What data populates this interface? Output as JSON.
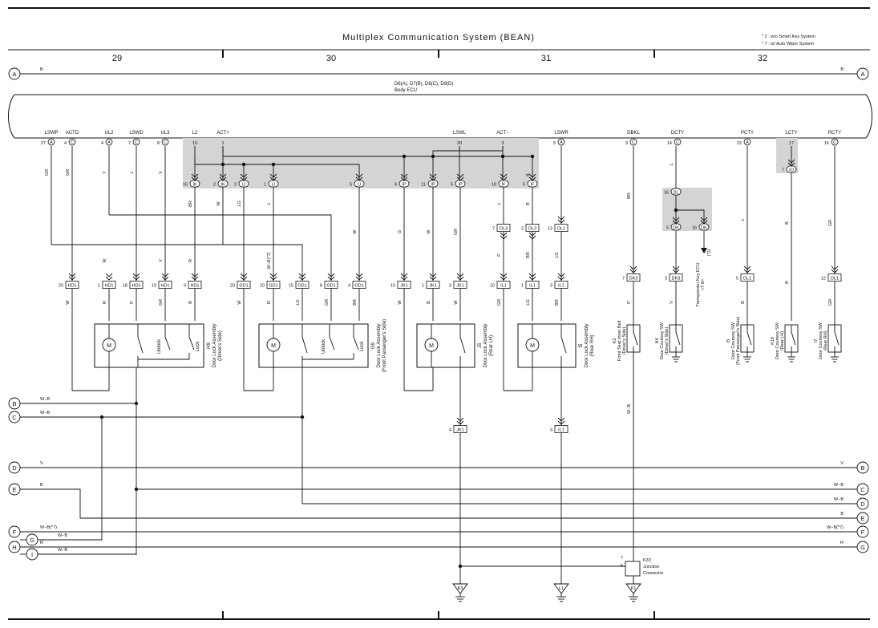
{
  "title": "Multiplex Communication System (BEAN)",
  "notes": [
    "* 2 : w/o Smart Key System",
    "* 7 : w/ Auto Wiper System"
  ],
  "columns": [
    "29",
    "30",
    "31",
    "32"
  ],
  "ecu": {
    "connectors": "D6(A), D7(B), D8(C), D9(D)",
    "name": "Body ECU"
  },
  "ecu_pins": [
    {
      "name": "LSWP",
      "num": "27",
      "conn": "A"
    },
    {
      "name": "ACTD",
      "num": "4",
      "conn": "C"
    },
    {
      "name": "UL2",
      "num": "4",
      "conn": "A"
    },
    {
      "name": "LSWD",
      "num": "7",
      "conn": "C"
    },
    {
      "name": "UL3",
      "num": "8",
      "conn": "C"
    },
    {
      "name": "L2",
      "num": "10",
      "conn": ""
    },
    {
      "name": "ACT+",
      "num": "1",
      "conn": ""
    },
    {
      "name": "LSWL",
      "num": "20",
      "conn": ""
    },
    {
      "name": "ACT−",
      "num": "3",
      "conn": ""
    },
    {
      "name": "LSWR",
      "num": "5",
      "conn": "A"
    },
    {
      "name": "DBKL",
      "num": "9",
      "conn": "C"
    },
    {
      "name": "DCTY",
      "num": "14",
      "conn": "C"
    },
    {
      "name": "PCTY",
      "num": "23",
      "conn": "A"
    },
    {
      "name": "LCTY",
      "num": "17",
      "conn": ""
    },
    {
      "name": "RCTY",
      "num": "16",
      "conn": "C"
    }
  ],
  "junction_pins": [
    {
      "num": "16",
      "conn": "IK"
    },
    {
      "num": "2",
      "conn": "IK"
    },
    {
      "num": "2",
      "conn": "IJ"
    },
    {
      "num": "1",
      "conn": "IJ"
    },
    {
      "num": "5",
      "conn": "IJ"
    },
    {
      "num": "6",
      "conn": "IP"
    },
    {
      "num": "11",
      "conn": "IP"
    },
    {
      "num": "5",
      "conn": "IP"
    },
    {
      "num": "18",
      "conn": "IF"
    },
    {
      "num": "5",
      "conn": "IF"
    },
    {
      "num": "7",
      "conn": "IO"
    },
    {
      "num": "16",
      "conn": "DL"
    },
    {
      "num": "5",
      "conn": "DK"
    },
    {
      "num": "16",
      "conn": "DK"
    }
  ],
  "connectors": [
    {
      "num": "20",
      "name": "HD1"
    },
    {
      "num": "1",
      "name": "HD1"
    },
    {
      "num": "18",
      "name": "HD1"
    },
    {
      "num": "19",
      "name": "HD1"
    },
    {
      "num": "9",
      "name": "HD1"
    },
    {
      "num": "20",
      "name": "GD1"
    },
    {
      "num": "10",
      "name": "GD1"
    },
    {
      "num": "15",
      "name": "GD1"
    },
    {
      "num": "8",
      "name": "GD1"
    },
    {
      "num": "4",
      "name": "GD1"
    },
    {
      "num": "10",
      "name": "JK1"
    },
    {
      "num": "1",
      "name": "JK1"
    },
    {
      "num": "3",
      "name": "JK1"
    },
    {
      "num": "10",
      "name": "IL1"
    },
    {
      "num": "1",
      "name": "IL1"
    },
    {
      "num": "3",
      "name": "IL1"
    },
    {
      "num": "7",
      "name": "DK3"
    },
    {
      "num": "3",
      "name": "DK3"
    },
    {
      "num": "5",
      "name": "DL1"
    },
    {
      "num": "12",
      "name": "DL1"
    },
    {
      "num": "7",
      "name": "DL3"
    },
    {
      "num": "2",
      "name": "DL3"
    },
    {
      "num": "13",
      "name": "DL1"
    },
    {
      "num": "4",
      "name": "JK1"
    },
    {
      "num": "4",
      "name": "IL1"
    }
  ],
  "components": [
    {
      "id": "H9",
      "name": "Door Lock Assembly",
      "side": "(Driver's Side)"
    },
    {
      "id": "G9",
      "name": "Door Lock Assembly",
      "side": "(Front Passenger's Side)"
    },
    {
      "id": "J5",
      "name": "Door Lock Assembly",
      "side": "(Rear LH)"
    },
    {
      "id": "I5",
      "name": "Door Lock Assembly",
      "side": "(Rear RH)"
    },
    {
      "id": "K2",
      "name": "Front Seat Inner Belt",
      "side": "(Driver's Side)"
    },
    {
      "id": "H4",
      "name": "Door Courtesy SW",
      "side": "(Driver's Side)"
    },
    {
      "id": "I5",
      "name": "Door Courtesy SW",
      "side": "(Front Passenger's Side)"
    },
    {
      "id": "K10",
      "name": "Door Courtesy SW",
      "side": "(Rear LH)"
    },
    {
      "id": "I7",
      "name": "Door Courtesy SW",
      "side": "(Rear RH)"
    }
  ],
  "switch_labels": {
    "unlock": "Unlock",
    "lock": "Lock",
    "motor": "M"
  },
  "transponder": {
    "line1": "Transponder Key ECU",
    "line2": "<T-8>",
    "note": "(*2)"
  },
  "wire_colors": [
    "GR",
    "GR",
    "Y",
    "L",
    "V",
    "BR",
    "W",
    "LG",
    "L",
    "W",
    "G",
    "W",
    "GR",
    "B",
    "L",
    "B",
    "BR",
    "L",
    "L",
    "B",
    "GR",
    "W",
    "R",
    "P",
    "GR",
    "B",
    "W",
    "R",
    "LG",
    "GR",
    "BR",
    "W",
    "W",
    "B",
    "W",
    "GR",
    "LG",
    "BR",
    "P",
    "V",
    "B",
    "GR",
    "P",
    "BR",
    "LG",
    "W−B",
    "V",
    "B",
    "W−B(*7)",
    "R"
  ],
  "bottom_connector": {
    "id": "K33",
    "name": "Junction Connector",
    "pins": [
      "7",
      "6"
    ]
  },
  "grounds": [
    "K3",
    "L1",
    "K1"
  ],
  "left_refs": [
    {
      "letter": "A",
      "color": "B"
    },
    {
      "letter": "B",
      "color": "W−B"
    },
    {
      "letter": "C",
      "color": "W−B"
    },
    {
      "letter": "D",
      "color": "V"
    },
    {
      "letter": "E",
      "color": "B"
    },
    {
      "letter": "F",
      "color": "W−B(*7)"
    },
    {
      "letter": "G",
      "color": "W−B"
    },
    {
      "letter": "H",
      "color": "R"
    },
    {
      "letter": "I",
      "color": "W−B"
    }
  ],
  "right_refs": [
    {
      "letter": "A",
      "color": "B"
    },
    {
      "letter": "B",
      "color": "V"
    },
    {
      "letter": "C",
      "color": "W−B"
    },
    {
      "letter": "D",
      "color": "W−B"
    },
    {
      "letter": "E",
      "color": "B"
    },
    {
      "letter": "F",
      "color": "W−B(*7)"
    },
    {
      "letter": "G",
      "color": "R"
    }
  ]
}
